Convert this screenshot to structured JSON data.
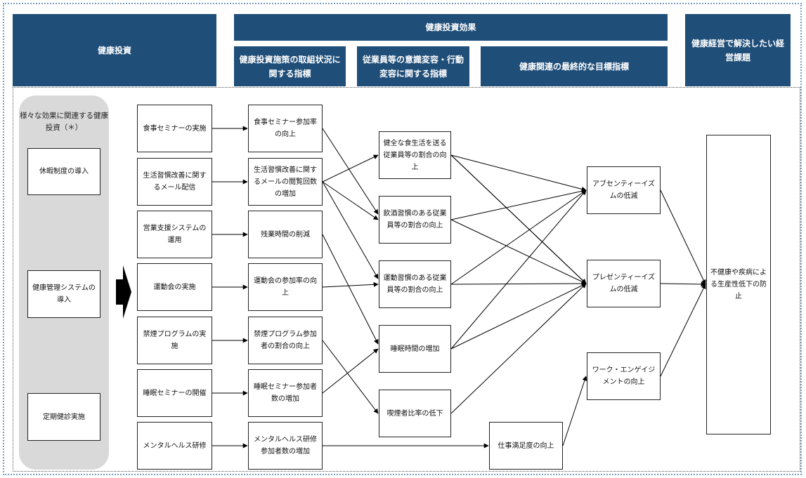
{
  "headers": {
    "investment": "健康投資",
    "effect": "健康投資効果",
    "measures": "健康投資施策の取組状況に関する指標",
    "awareness": "従業員等の意識変容・行動変容に関する指標",
    "final": "健康関連の最終的な目標指標",
    "issue": "健康経営で解決したい経営課題"
  },
  "side_panel": {
    "label": "様々な効果に関連する健康投資（＊）",
    "items": [
      "休暇制度の導入",
      "健康管理システムの導入",
      "定期健診実施"
    ]
  },
  "investments": [
    "食事セミナーの実施",
    "生活習慣改善に関するメール配信",
    "営業支援システムの運用",
    "運動会の実施",
    "禁煙プログラムの実施",
    "睡眠セミナーの開催",
    "メンタルヘルス研修"
  ],
  "measures": [
    "食事セミナー参加率の向上",
    "生活習慣改善に関するメールの閲覧回数の増加",
    "残業時間の削減",
    "運動会の参加率の向上",
    "禁煙プログラム参加者の割合の向上",
    "睡眠セミナー参加者数の増加",
    "メンタルヘルス研修参加者数の増加"
  ],
  "behaviors": [
    "健全な食生活を送る従業員等の割合の向上",
    "飲酒習慣のある従業員等の割合の向上",
    "運動習慣のある従業員等の割合の向上",
    "睡眠時間の増加",
    "喫煙者比率の低下"
  ],
  "satisfaction": "仕事満足度の向上",
  "finals": [
    "アブセンティーイズムの低減",
    "プレゼンティーイズムの低減",
    "ワーク・エンゲイジメントの向上"
  ],
  "issue": "不健康や疾病による生産性低下の防止"
}
